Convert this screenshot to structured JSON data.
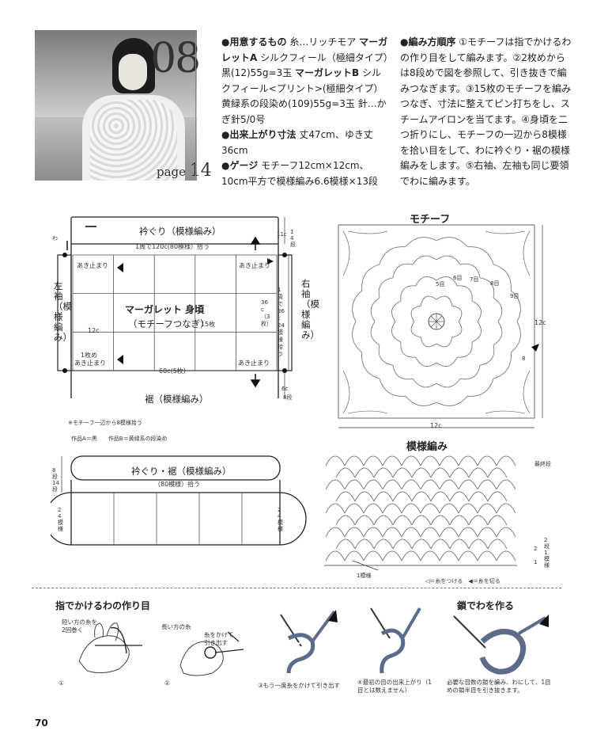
{
  "header": {
    "pattern_number": "08",
    "page_ref_prefix": "page",
    "page_ref_number": "14"
  },
  "materials": {
    "heading": "●用意するもの",
    "text_1": "糸…リッチモア",
    "bold_1": "マーガレットA",
    "text_2": "シルクフィール（極細タイプ）黒(12)55g=3玉",
    "bold_2": "マーガレットB",
    "text_3": "シルクフィール<プリント>(極細タイプ）黄緑系の段染め(109)55g=3玉",
    "text_4": "針…かぎ針5/0号"
  },
  "size": {
    "heading": "●出来上がり寸法",
    "text": "丈47cm、ゆき丈36cm"
  },
  "gauge": {
    "heading": "●ゲージ",
    "text": "モチーフ12cm×12cm、10cm平方で模様編み6.6模様×13段"
  },
  "procedure": {
    "heading": "●編み方順序",
    "text": "①モチーフは指でかけるわの作り目をして編みます。②2枚めからは8段めで図を参照して、引き抜きで編みつなぎます。③15枚のモチーフを編みつなぎ、寸法に整えてピン打ちをし、スチームアイロンを当てます。④身頃を二つ折りにし、モチーフの一辺から8模様を拾い目をして、わに衿ぐり・裾の模様編みをします。⑤右袖、左袖も同じ要領でわに編みます。"
  },
  "schematic": {
    "top_label": "衿ぐり（模様編み）",
    "pickup_label": "1周で120c(80模様）拾う",
    "bottom_label": "裾（模様編み）",
    "left_sleeve": "左袖（模様編み）",
    "right_sleeve": "右袖（模様編み）",
    "body_title": "マーガレット 身頃",
    "body_sub": "（モチーフつなぎ）",
    "body_count": "15枚",
    "stop_tl": "あき止まり",
    "stop_tr": "あき止まり",
    "stop_bl": "あき止まり",
    "stop_br": "あき止まり",
    "first_motif_1": "1枚め",
    "w_12c": "12c",
    "w_60c": "60c(5枚）",
    "h_36c_a": "36c（3枚）",
    "h_36c_b": "36c",
    "sleeve_pick": "1周で36c 24模様拾う",
    "top_11c": "11c",
    "top_14rows": "14段",
    "bot_6c": "6c",
    "bot_8rows": "8段",
    "wa_mark": "わ",
    "note_pick": "※モチーフ一辺から8模様拾う",
    "note_color": "作品A＝黒　　作品B＝黄緑系の段染め"
  },
  "band": {
    "label": "衿ぐり・裾（模様編み）",
    "pick": "（80模様）拾う",
    "left_dim": "8段 14段",
    "side": "24模様",
    "right_dim": "24模様"
  },
  "motif": {
    "title": "モチーフ",
    "w": "12c",
    "h": "12c",
    "round_labels": [
      "5目",
      "6目",
      "7目",
      "8目",
      "9目",
      "8"
    ]
  },
  "pattern_stitch": {
    "title": "模様編み",
    "last_row": "最終段",
    "row_1": "1",
    "row_2": "2",
    "repeat_note": "2段1模様",
    "one_rep": "1模様",
    "legend": "◁＝糸をつける　◀＝糸を切る"
  },
  "ring_method": {
    "title": "指でかけるわの作り目",
    "step1_note": "短い方の糸を2回巻く",
    "step1": "①",
    "step2_note": "長い方の糸",
    "step2_note_b": "糸をかけて引き出す",
    "step2": "②",
    "step3": "③もう一度糸をかけて引き出す",
    "step4": "④最初の目の出来上がり（1目とは数えません）"
  },
  "chain_ring": {
    "title": "鎖でわを作る",
    "caption": "必要な目数の鎖を編み、わにして、1目めの鎖半目を引き抜きます。"
  },
  "footer": {
    "page_number": "70"
  }
}
